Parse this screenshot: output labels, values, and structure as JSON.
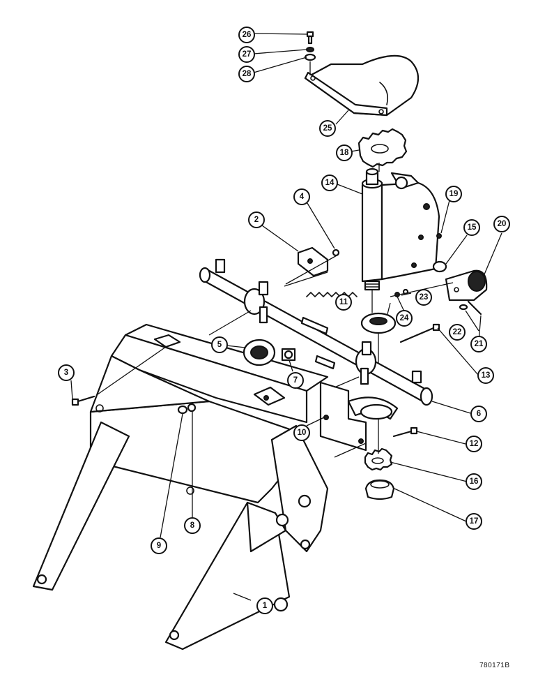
{
  "drawing_number": "780171B",
  "callouts": {
    "c1": "1",
    "c2": "2",
    "c3": "3",
    "c4": "4",
    "c5": "5",
    "c6": "6",
    "c7": "7",
    "c8": "8",
    "c9": "9",
    "c10": "10",
    "c11": "11",
    "c12": "12",
    "c13": "13",
    "c14": "14",
    "c15": "15",
    "c16": "16",
    "c17": "17",
    "c18": "18",
    "c19": "19",
    "c20": "20",
    "c21": "21",
    "c22": "22",
    "c23": "23",
    "c24": "24",
    "c25": "25",
    "c26": "26",
    "c27": "27",
    "c28": "28"
  }
}
